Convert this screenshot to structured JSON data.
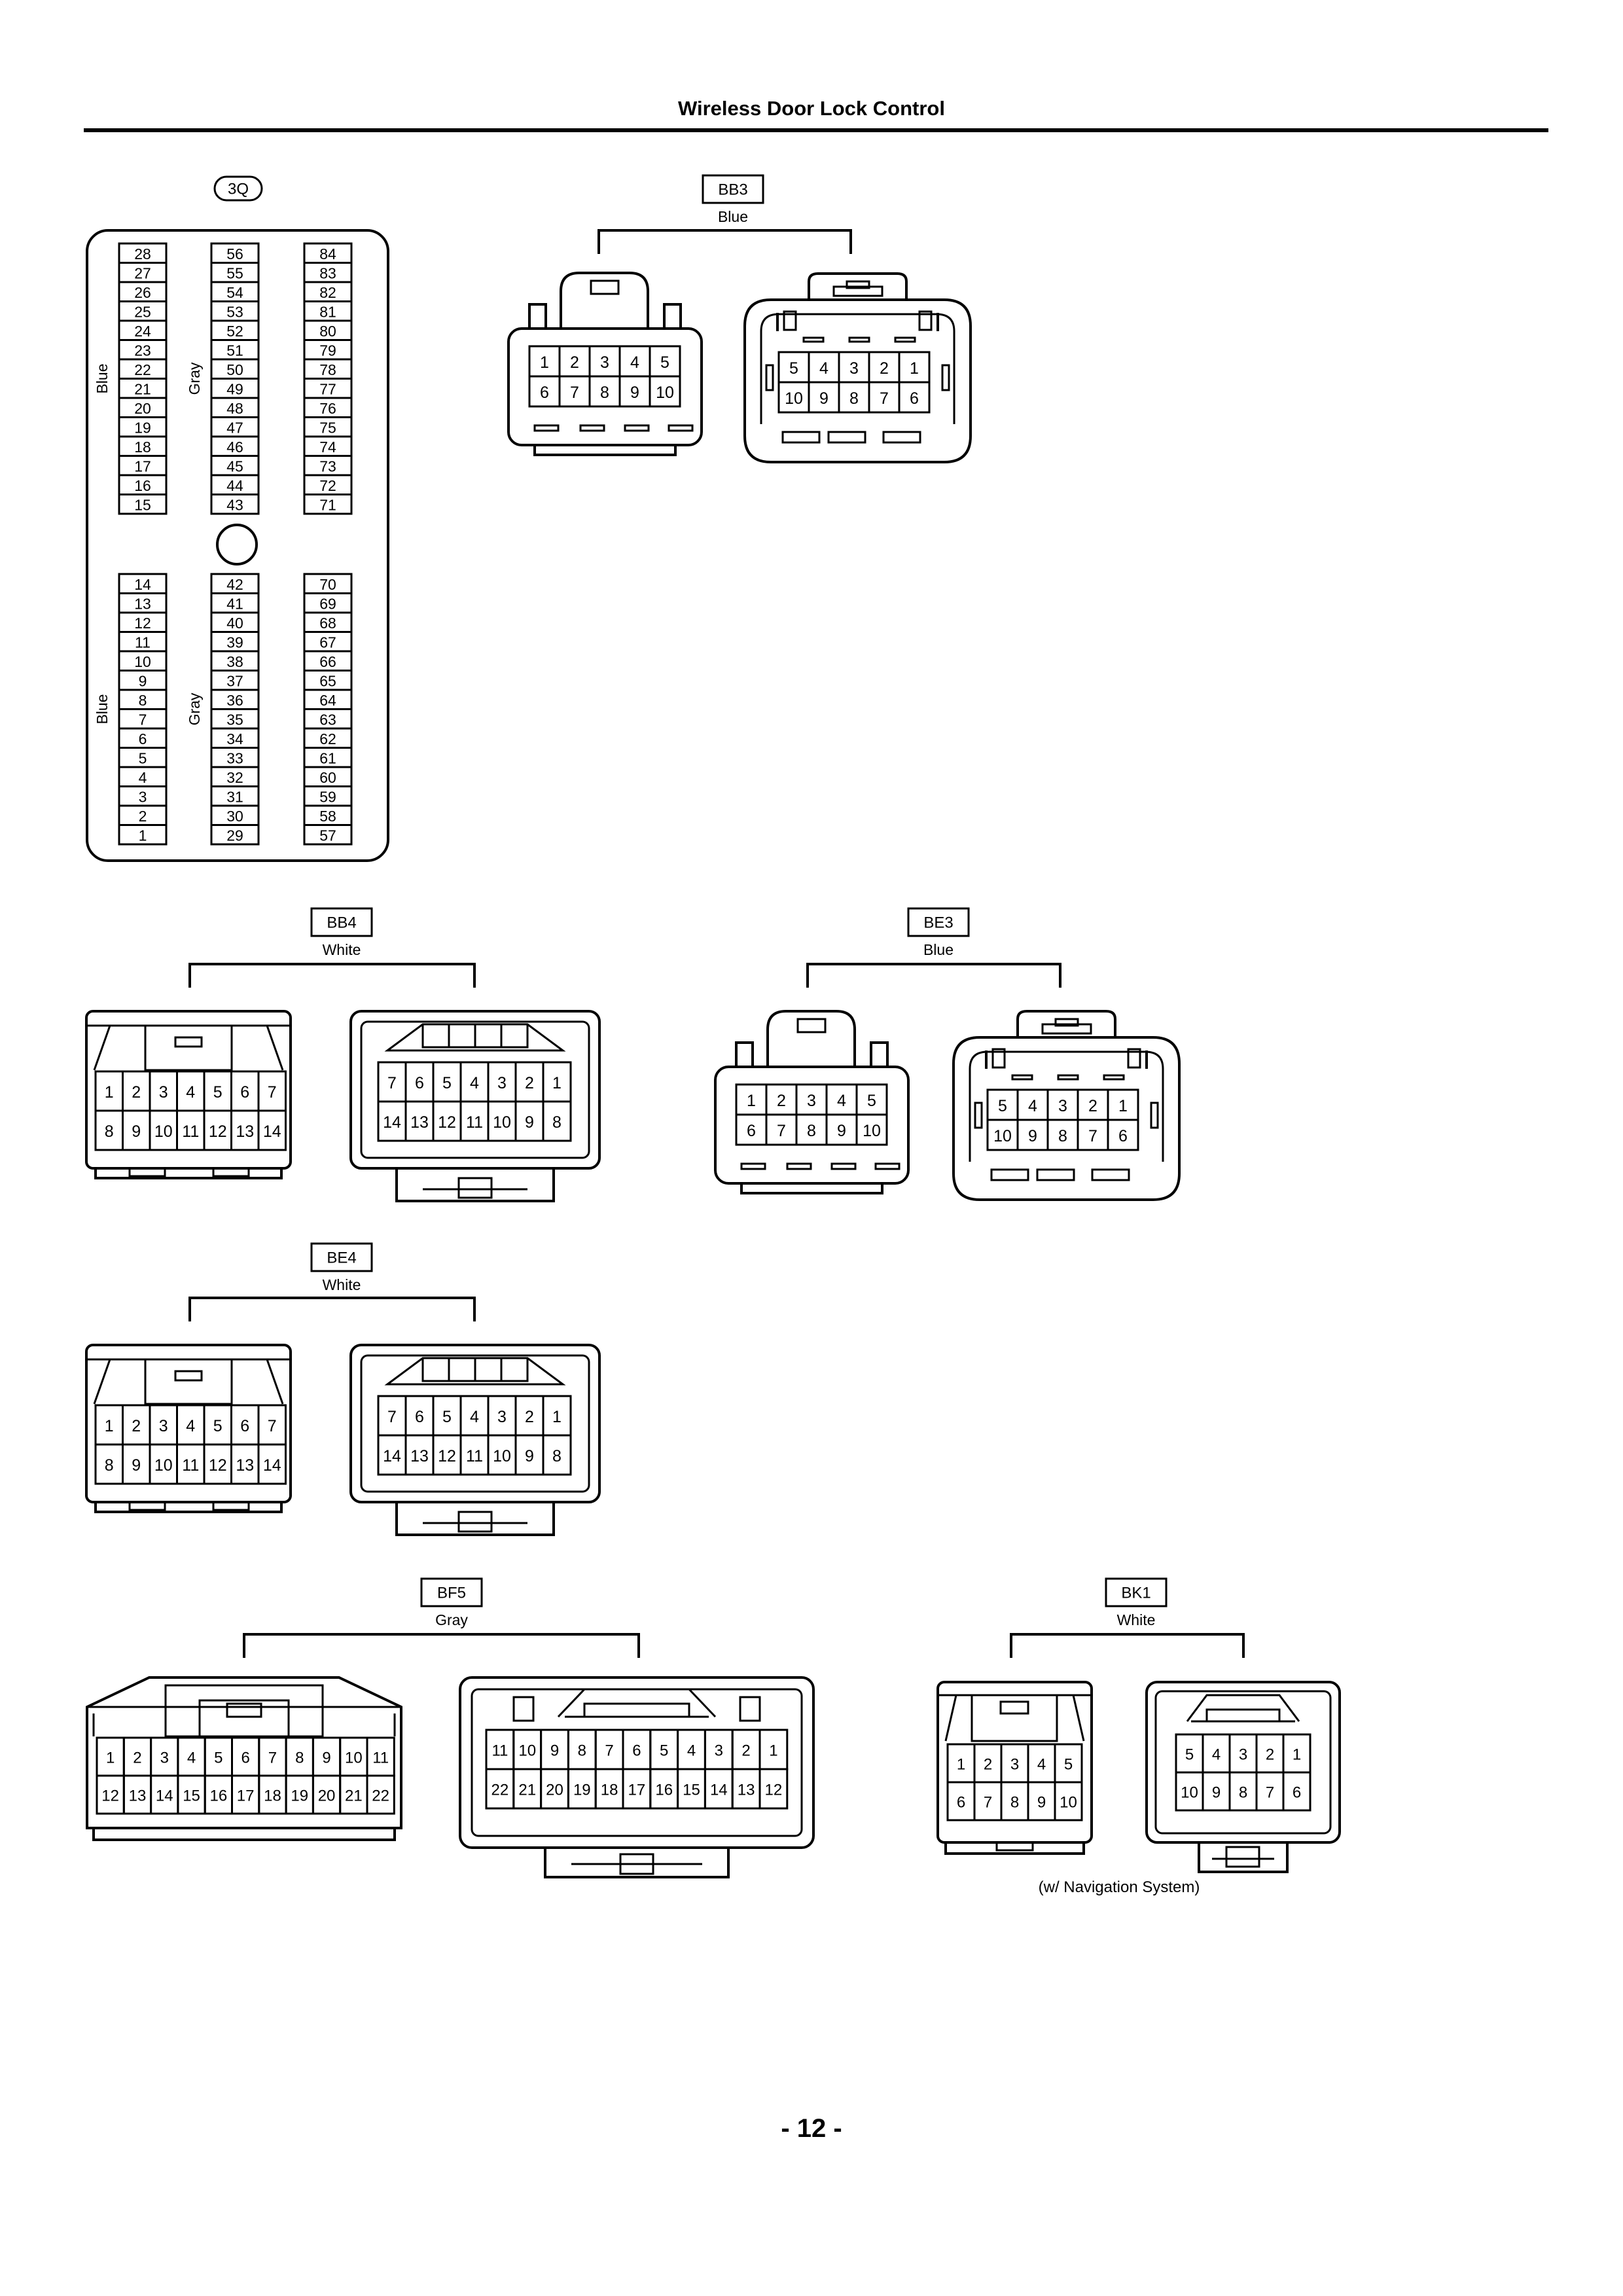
{
  "page": {
    "title": "Wireless Door Lock Control",
    "page_number": "- 12 -",
    "note": "(w/ Navigation System)"
  },
  "junction_block": {
    "id": "3Q",
    "blocks": [
      {
        "color": "Blue",
        "pins": [
          "28",
          "27",
          "26",
          "25",
          "24",
          "23",
          "22",
          "21",
          "20",
          "19",
          "18",
          "17",
          "16",
          "15"
        ]
      },
      {
        "color": "Gray",
        "pins": [
          "56",
          "55",
          "54",
          "53",
          "52",
          "51",
          "50",
          "49",
          "48",
          "47",
          "46",
          "45",
          "44",
          "43"
        ]
      },
      {
        "color": "",
        "pins": [
          "84",
          "83",
          "82",
          "81",
          "80",
          "79",
          "78",
          "77",
          "76",
          "75",
          "74",
          "73",
          "72",
          "71"
        ]
      },
      {
        "color": "Blue",
        "pins": [
          "14",
          "13",
          "12",
          "11",
          "10",
          "9",
          "8",
          "7",
          "6",
          "5",
          "4",
          "3",
          "2",
          "1"
        ]
      },
      {
        "color": "Gray",
        "pins": [
          "42",
          "41",
          "40",
          "39",
          "38",
          "37",
          "36",
          "35",
          "34",
          "33",
          "32",
          "31",
          "30",
          "29"
        ]
      },
      {
        "color": "",
        "pins": [
          "70",
          "69",
          "68",
          "67",
          "66",
          "65",
          "64",
          "63",
          "62",
          "61",
          "60",
          "59",
          "58",
          "57"
        ]
      }
    ]
  },
  "connectors": [
    {
      "id": "BB3",
      "color": "Blue",
      "female": [
        [
          "1",
          "2",
          "3",
          "4",
          "5"
        ],
        [
          "6",
          "7",
          "8",
          "9",
          "10"
        ]
      ],
      "male": [
        [
          "5",
          "4",
          "3",
          "2",
          "1"
        ],
        [
          "10",
          "9",
          "8",
          "7",
          "6"
        ]
      ]
    },
    {
      "id": "BB4",
      "color": "White",
      "female": [
        [
          "1",
          "2",
          "3",
          "4",
          "5",
          "6",
          "7"
        ],
        [
          "8",
          "9",
          "10",
          "11",
          "12",
          "13",
          "14"
        ]
      ],
      "male": [
        [
          "7",
          "6",
          "5",
          "4",
          "3",
          "2",
          "1"
        ],
        [
          "14",
          "13",
          "12",
          "11",
          "10",
          "9",
          "8"
        ]
      ]
    },
    {
      "id": "BE3",
      "color": "Blue",
      "female": [
        [
          "1",
          "2",
          "3",
          "4",
          "5"
        ],
        [
          "6",
          "7",
          "8",
          "9",
          "10"
        ]
      ],
      "male": [
        [
          "5",
          "4",
          "3",
          "2",
          "1"
        ],
        [
          "10",
          "9",
          "8",
          "7",
          "6"
        ]
      ]
    },
    {
      "id": "BE4",
      "color": "White",
      "female": [
        [
          "1",
          "2",
          "3",
          "4",
          "5",
          "6",
          "7"
        ],
        [
          "8",
          "9",
          "10",
          "11",
          "12",
          "13",
          "14"
        ]
      ],
      "male": [
        [
          "7",
          "6",
          "5",
          "4",
          "3",
          "2",
          "1"
        ],
        [
          "14",
          "13",
          "12",
          "11",
          "10",
          "9",
          "8"
        ]
      ]
    },
    {
      "id": "BF5",
      "color": "Gray",
      "female": [
        [
          "1",
          "2",
          "3",
          "4",
          "5",
          "6",
          "7",
          "8",
          "9",
          "10",
          "11"
        ],
        [
          "12",
          "13",
          "14",
          "15",
          "16",
          "17",
          "18",
          "19",
          "20",
          "21",
          "22"
        ]
      ],
      "male": [
        [
          "11",
          "10",
          "9",
          "8",
          "7",
          "6",
          "5",
          "4",
          "3",
          "2",
          "1"
        ],
        [
          "22",
          "21",
          "20",
          "19",
          "18",
          "17",
          "16",
          "15",
          "14",
          "13",
          "12"
        ]
      ]
    },
    {
      "id": "BK1",
      "color": "White",
      "female": [
        [
          "1",
          "2",
          "3",
          "4",
          "5"
        ],
        [
          "6",
          "7",
          "8",
          "9",
          "10"
        ]
      ],
      "male": [
        [
          "5",
          "4",
          "3",
          "2",
          "1"
        ],
        [
          "10",
          "9",
          "8",
          "7",
          "6"
        ]
      ]
    }
  ]
}
